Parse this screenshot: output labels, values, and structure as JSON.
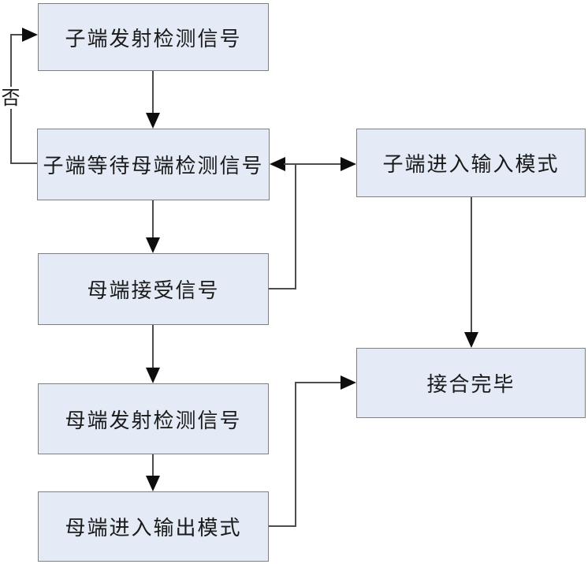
{
  "diagram": {
    "type": "flowchart",
    "nodes": [
      {
        "id": "child-transmit-signal",
        "label": "子端发射检测信号"
      },
      {
        "id": "child-wait-mother-signal",
        "label": "子端等待母端检测信号"
      },
      {
        "id": "mother-receive-signal",
        "label": "母端接受信号"
      },
      {
        "id": "mother-transmit-signal",
        "label": "母端发射检测信号"
      },
      {
        "id": "mother-enter-output-mode",
        "label": "母端进入输出模式"
      },
      {
        "id": "child-enter-input-mode",
        "label": "子端进入输入模式"
      },
      {
        "id": "mating-complete",
        "label": "接合完毕"
      }
    ],
    "edge_labels": {
      "no": "否"
    },
    "edges": [
      "child-transmit-signal -> child-wait-mother-signal",
      "child-wait-mother-signal -> child-transmit-signal (否 loop)",
      "child-wait-mother-signal -> mother-receive-signal",
      "mother-receive-signal -> child-wait-mother-signal",
      "mother-receive-signal -> child-enter-input-mode",
      "mother-receive-signal -> mother-transmit-signal",
      "mother-transmit-signal -> mother-enter-output-mode",
      "mother-enter-output-mode -> mating-complete",
      "child-enter-input-mode -> mating-complete"
    ],
    "colors": {
      "node_fill": "#e4ebf6",
      "node_border": "#808080",
      "line": "#4d4d4d",
      "arrow": "#0d0d0d",
      "text": "#1a1a1a",
      "background": "#ffffff"
    }
  }
}
